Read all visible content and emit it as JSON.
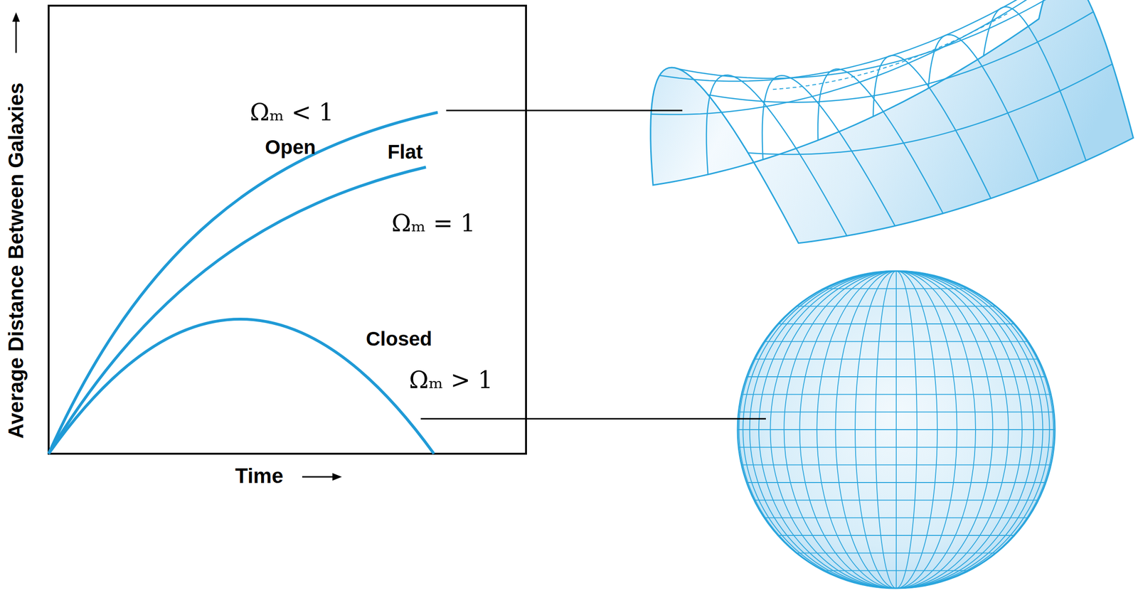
{
  "diagram": {
    "labels": [
      "Average Distance Between Galaxies",
      "Time",
      "Ωₘ < 1",
      "Open",
      "Flat",
      "Ωₘ = 1",
      "Closed",
      "Ωₘ > 1"
    ]
  }
}
